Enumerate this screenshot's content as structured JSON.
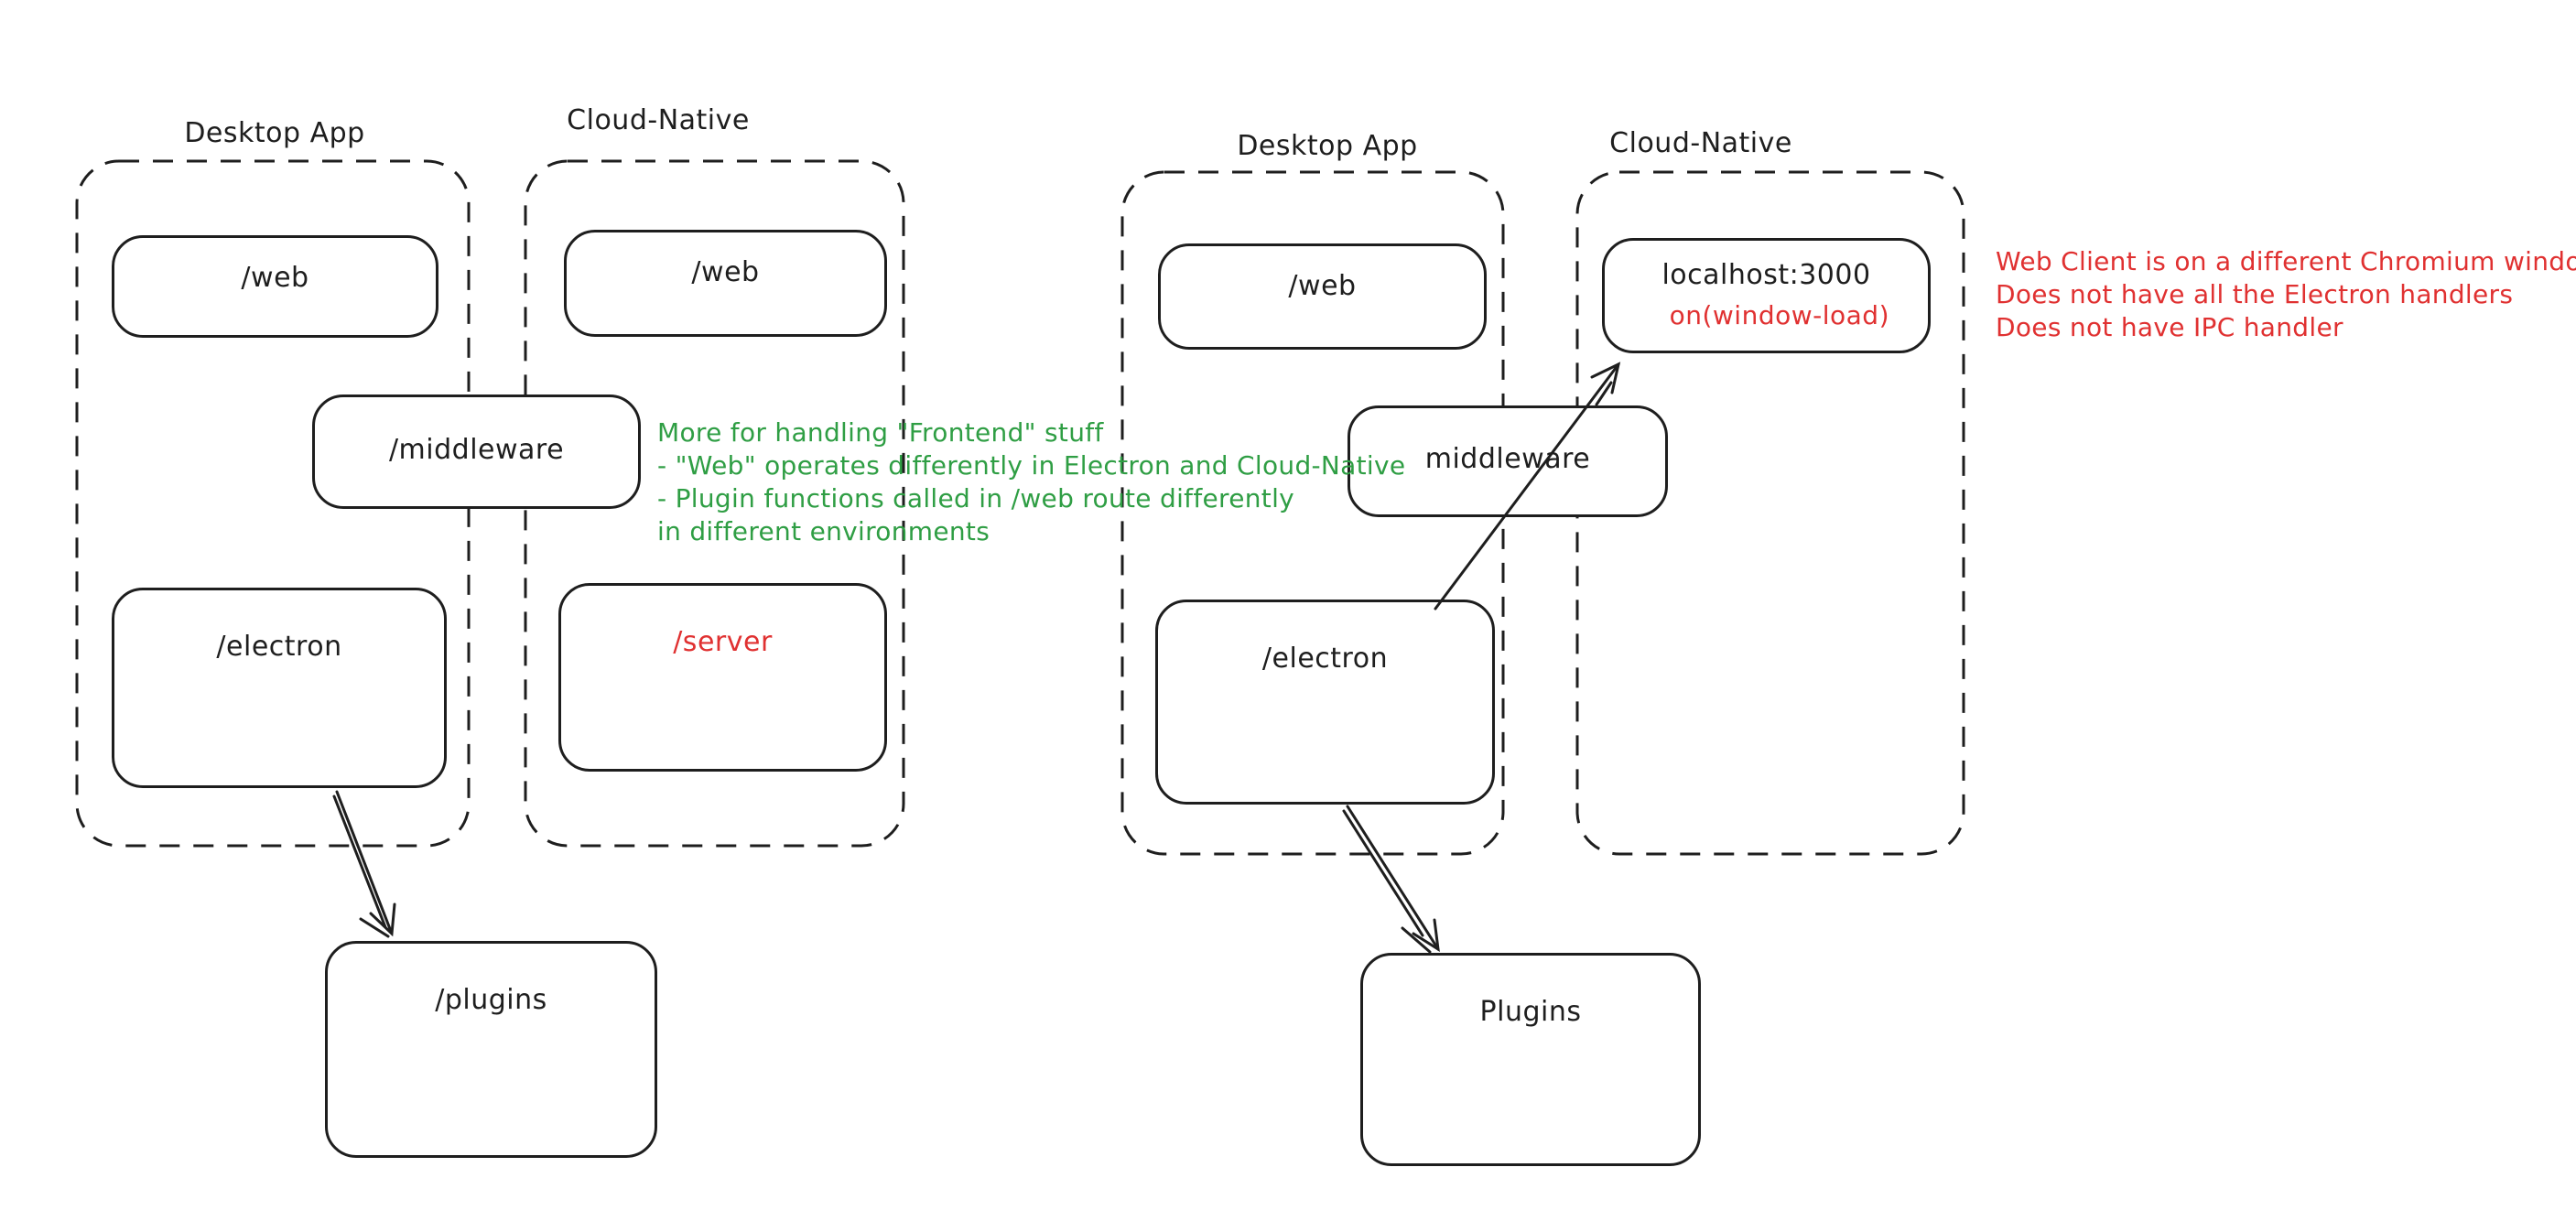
{
  "colors": {
    "stroke": "#1e1e1e",
    "red": "#e03131",
    "green": "#2f9e44",
    "background": "#ffffff"
  },
  "left_diagram": {
    "desktop_title": "Desktop App",
    "cloud_title": "Cloud-Native",
    "desktop_web_label": "/web",
    "cloud_web_label": "/web",
    "middleware_label": "/middleware",
    "electron_label": "/electron",
    "server_label": "/server",
    "plugins_label": "/plugins"
  },
  "right_diagram": {
    "desktop_title": "Desktop App",
    "cloud_title": "Cloud-Native",
    "desktop_web_label": "/web",
    "localhost_label": "localhost:3000",
    "window_load_label": "on(window-load)",
    "middleware_label": "middleware",
    "electron_label": "/electron",
    "plugins_label": "Plugins"
  },
  "annotations": {
    "green_note": {
      "color": "#2f9e44",
      "lines": [
        "More for handling \"Frontend\" stuff",
        "- \"Web\" operates differently in Electron and Cloud-Native",
        "- Plugin functions called in /web route differently",
        "in different environments"
      ]
    },
    "red_note": {
      "color": "#e03131",
      "lines": [
        "Web Client is on a different Chromium window",
        "Does not have all the Electron handlers",
        "Does not have IPC handler"
      ]
    }
  }
}
